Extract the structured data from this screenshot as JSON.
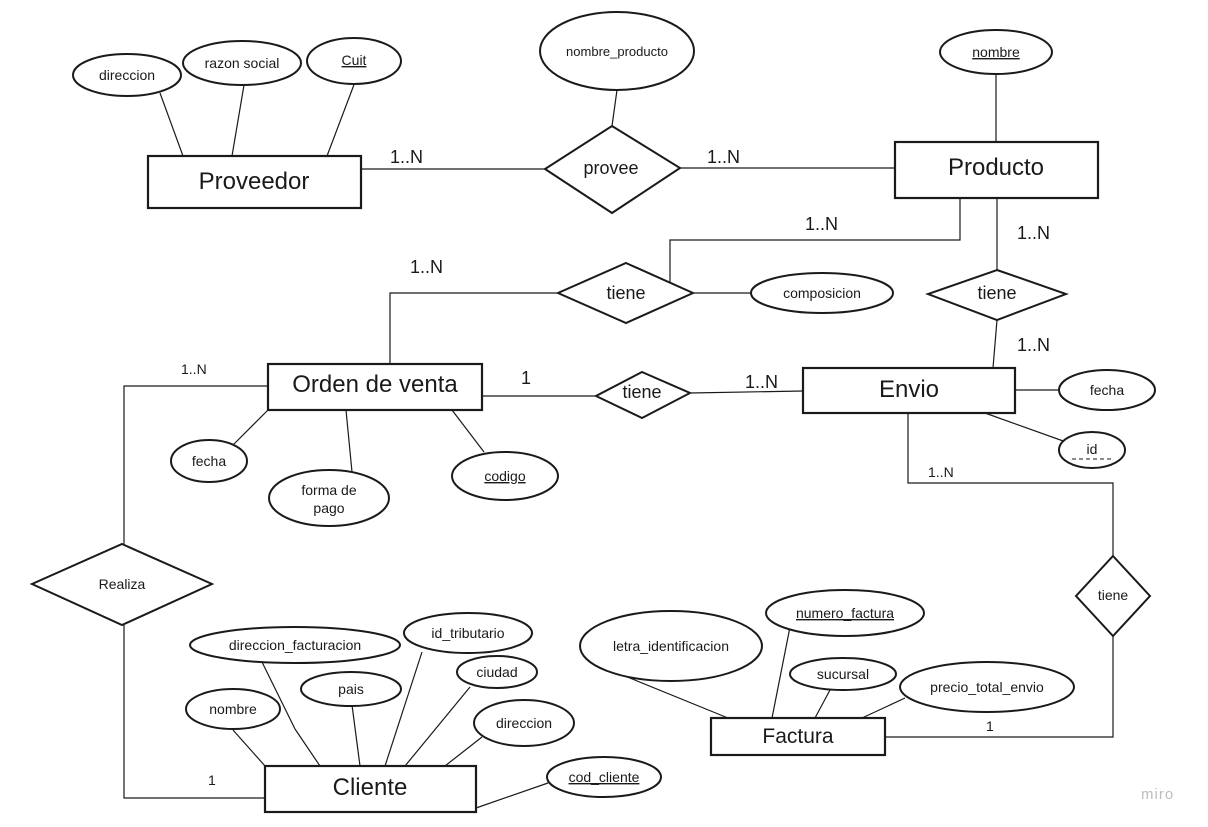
{
  "entities": {
    "proveedor": "Proveedor",
    "producto": "Producto",
    "orden_venta": "Orden de venta",
    "envio": "Envio",
    "cliente": "Cliente",
    "factura": "Factura"
  },
  "relationships": {
    "provee": "provee",
    "tiene_producto_orden": "tiene",
    "tiene_producto_envio": "tiene",
    "tiene_orden_envio": "tiene",
    "realiza": "Realiza",
    "tiene_envio_factura": "tiene"
  },
  "attributes": {
    "direccion_proveedor": "direccion",
    "razon_social": "razon social",
    "cuit": "Cuit",
    "nombre_producto": "nombre_producto",
    "nombre_producto_key": "nombre",
    "composicion": "composicion",
    "fecha_envio": "fecha",
    "id_envio": "id",
    "fecha_orden": "fecha",
    "forma_pago_1": "forma de",
    "forma_pago_2": "pago",
    "codigo": "codigo",
    "direccion_facturacion": "direccion_facturacion",
    "id_tributario": "id_tributario",
    "ciudad": "ciudad",
    "pais": "pais",
    "nombre_cliente": "nombre",
    "direccion_cliente": "direccion",
    "cod_cliente": "cod_cliente",
    "letra_identificacion": "letra_identificacion",
    "numero_factura": "numero_factura",
    "sucursal": "sucursal",
    "precio_total_envio": "precio_total_envio"
  },
  "cardinalities": {
    "proveedor_provee": "1..N",
    "provee_producto": "1..N",
    "producto_tiene_orden": "1..N",
    "orden_tiene_producto": "1..N",
    "producto_tiene_envio": "1..N",
    "envio_tiene_producto": "1..N",
    "orden_tiene_envio": "1",
    "envio_tiene_orden": "1..N",
    "orden_realiza": "1..N",
    "cliente_realiza": "1",
    "envio_tiene_factura": "1..N",
    "factura_tiene_envio": "1"
  },
  "watermark": "miro"
}
